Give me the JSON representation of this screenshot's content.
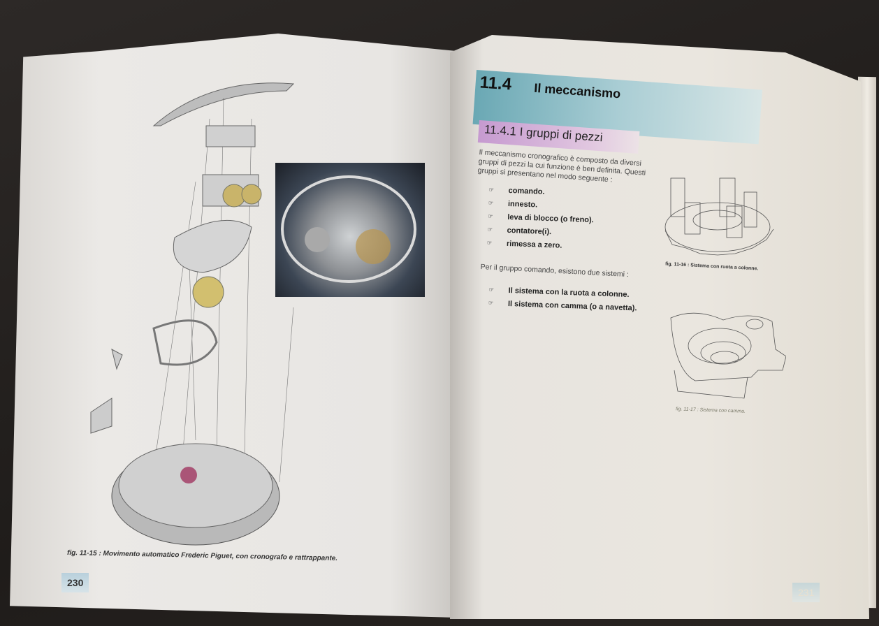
{
  "left_page": {
    "caption": "fig. 11-15 : Movimento automatico Frederic Piguet, con cronografo e rattrappante.",
    "page_number": "230"
  },
  "right_page": {
    "section_number": "11.4",
    "section_title": "Il meccanismo",
    "subsection": "11.4.1  I gruppi di pezzi",
    "intro": "Il meccanismo cronografico è composto da diversi gruppi di pezzi la cui funzione è ben definita. Questi gruppi si presentano nel modo seguente :",
    "groups": [
      "comando.",
      "innesto.",
      "leva di blocco (o freno).",
      "contatore(i).",
      "rimessa a zero."
    ],
    "systems_intro": "Per il gruppo comando, esistono due sistemi :",
    "systems": [
      "Il sistema con la ruota a colonne.",
      "Il sistema con camma (o a navetta)."
    ],
    "bullet_icon": "pointing-hand-icon",
    "fig16_caption": "fig. 11-16 : Sistema con ruota a colonne.",
    "fig17_caption": "fig. 11-17 : Sistema con camma.",
    "page_number": "231"
  }
}
